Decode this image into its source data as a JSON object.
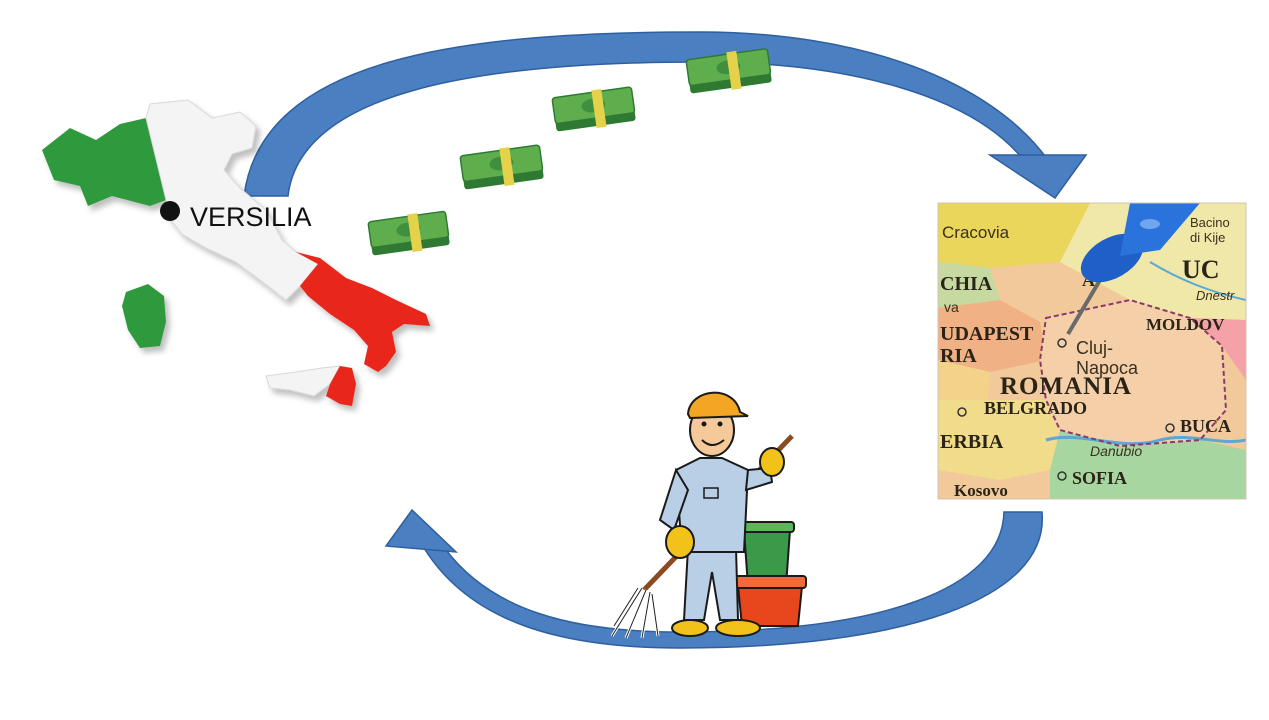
{
  "origin": {
    "label": "VERSILIA",
    "flag_colors": {
      "green": "#2e9a3e",
      "white": "#f4f4f4",
      "red": "#e8281c"
    }
  },
  "destination_map": {
    "labels": {
      "krakow": "Cracovia",
      "uc": "UC",
      "czechia": "CHIA",
      "budapest": "UDAPEST",
      "cluj": "Cluj-",
      "napoca": "Napoca",
      "moldova": "MOLDOV",
      "romania": "ROMANIA",
      "belgrado": "BELGRADO",
      "austria": "RIA",
      "serbia": "ERBIA",
      "danubio": "Danubio",
      "buca": "BUCA",
      "sofia": "SOFIA",
      "kosovo": "Kosovo",
      "dnestr": "Dnestr",
      "bacino": "Bacino",
      "kijev": "di Kije",
      "va": "va",
      "a_letter": "A"
    },
    "pin_color": "#1f5fc8"
  },
  "arrows": {
    "color": "#4a7fc1"
  },
  "money": {
    "stack_count": 4,
    "color": "#3f8f3f",
    "band_color": "#e6d24a"
  },
  "worker": {
    "shirt_color": "#b9cfe6",
    "cap_color": "#f2a623",
    "bucket_color": "#e8461c"
  }
}
